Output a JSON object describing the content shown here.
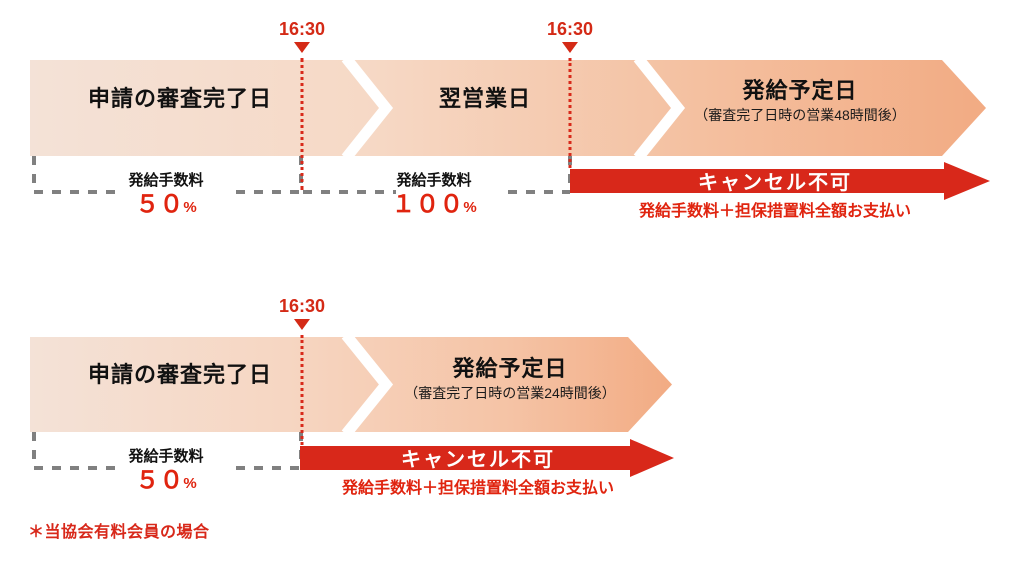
{
  "colors": {
    "band_light": "#f3e0d4",
    "band_mid": "#f6d6c2",
    "band_dark": "#f3b690",
    "red": "#d8281a",
    "red_text": "#e0240f",
    "dash_gray": "#808080",
    "white": "#ffffff"
  },
  "timeline_top": {
    "markers": [
      {
        "label": "16:30"
      },
      {
        "label": "16:30"
      }
    ],
    "segments": [
      {
        "title": "申請の審査完了日",
        "sub": ""
      },
      {
        "title": "翌営業日",
        "sub": ""
      },
      {
        "title": "発給予定日",
        "sub": "（審査完了日時の営業48時間後）"
      }
    ],
    "fees": [
      {
        "name": "発給手数料",
        "value": "５０",
        "unit": "%"
      },
      {
        "name": "発給手数料",
        "value": "１００",
        "unit": "%"
      }
    ],
    "cancel": {
      "label": "キャンセル不可",
      "note": "発給手数料＋担保措置料全額お支払い"
    }
  },
  "timeline_bottom": {
    "markers": [
      {
        "label": "16:30"
      }
    ],
    "segments": [
      {
        "title": "申請の審査完了日",
        "sub": ""
      },
      {
        "title": "発給予定日",
        "sub": "（審査完了日時の営業24時間後）"
      }
    ],
    "fees": [
      {
        "name": "発給手数料",
        "value": "５０",
        "unit": "%"
      }
    ],
    "cancel": {
      "label": "キャンセル不可",
      "note": "発給手数料＋担保措置料全額お支払い"
    }
  },
  "footnote": {
    "text": "＊当協会有料会員の場合"
  }
}
